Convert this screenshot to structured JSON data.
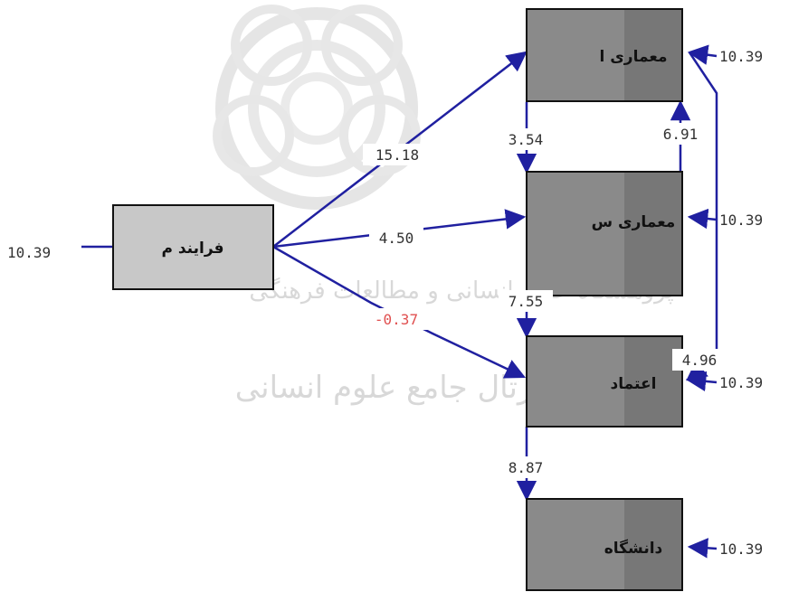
{
  "colors": {
    "arrow": "#2020a0",
    "exogenous_fill": "#c8c8c8",
    "endogenous_fill": "#8a8a8a",
    "endogenous_shade": "#777777",
    "negative_coef": "#e05050"
  },
  "watermark": {
    "line1": "پژوهشگاه علوم انسانی و مطالعات فرهنگی",
    "line2": "پرتال جامع علوم انسانی"
  },
  "nodes": {
    "process": "فرایند م",
    "arch_a": "معماری ا",
    "arch_s": "معماری س",
    "trust": "اعتماد",
    "university": "دانشگاه"
  },
  "paths": {
    "process_to_arch_a": "15.18",
    "process_to_arch_s": "4.50",
    "process_to_trust": "-0.37",
    "arch_a_to_arch_s": "3.54",
    "arch_s_to_arch_a": "6.91",
    "arch_s_to_trust": "7.55",
    "arch_a_to_trust": "4.96",
    "trust_to_university": "8.87"
  },
  "errors": {
    "process": "10.39",
    "arch_a": "10.39",
    "arch_s": "10.39",
    "trust": "10.39",
    "university": "10.39"
  }
}
